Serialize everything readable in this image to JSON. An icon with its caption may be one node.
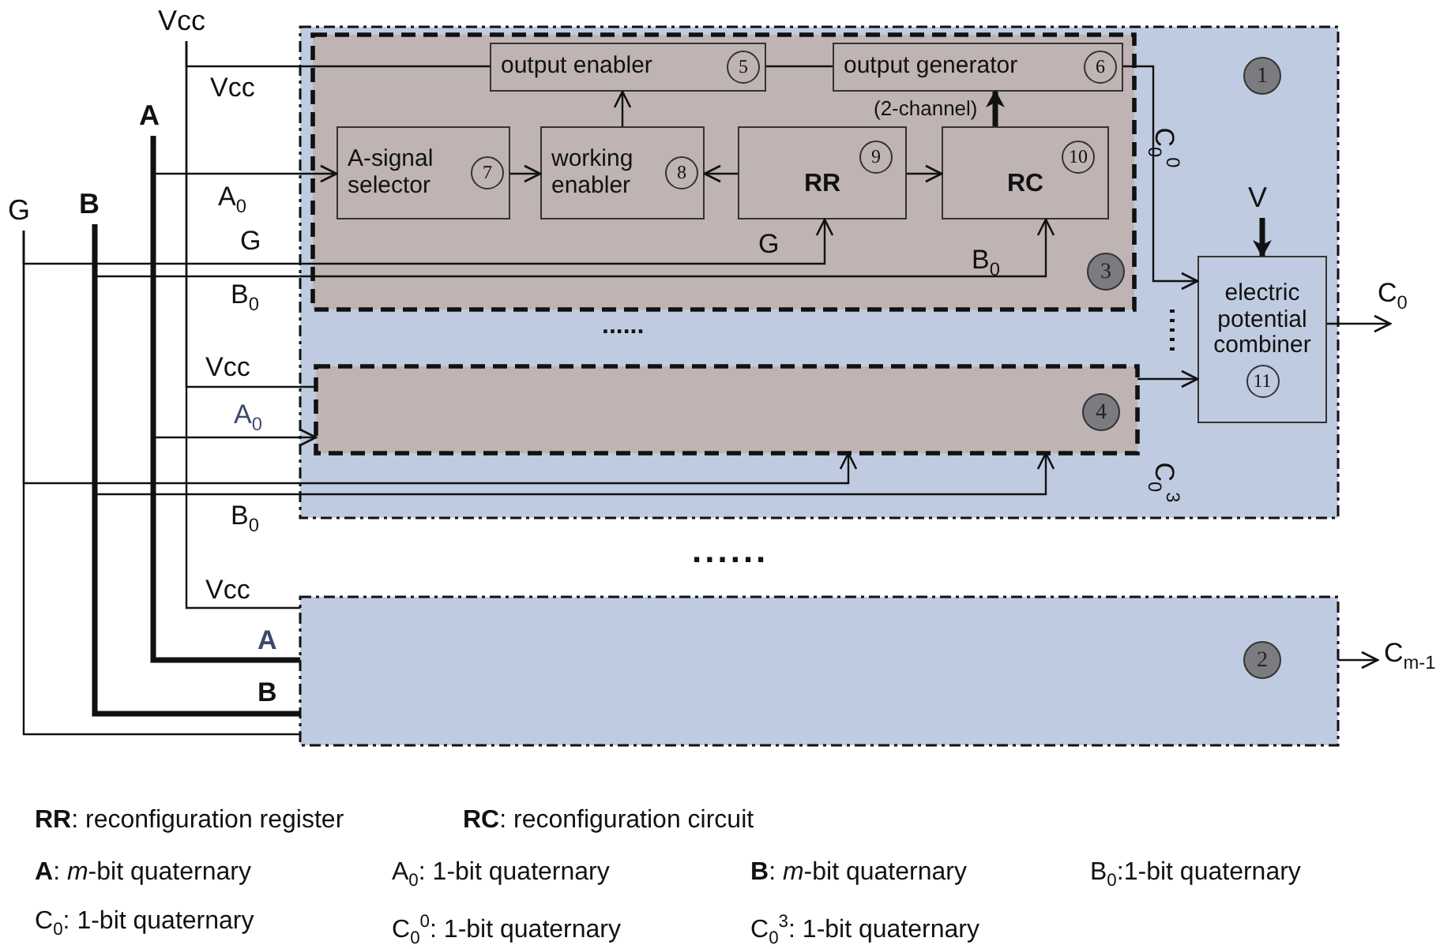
{
  "diagram": {
    "nodes": [
      {
        "text": [
          "1"
        ]
      },
      {
        "text": [
          "2"
        ]
      },
      {
        "text": [
          "3"
        ],
        "in": 0
      },
      {
        "text": [
          "4"
        ],
        "in": 0
      },
      {
        "text": [
          "output enabler",
          "5"
        ],
        "in": 2
      },
      {
        "text": [
          "output generator",
          "6"
        ],
        "in": 2,
        "beside": [
          "(2-channel)"
        ]
      },
      {
        "text": [
          "A-signal selector",
          "7"
        ],
        "in": 2
      },
      {
        "text": [
          "working enabler",
          "8"
        ],
        "in": 2
      },
      {
        "text": [
          "RR",
          "9"
        ],
        "in": 2
      },
      {
        "text": [
          "RC",
          "10"
        ],
        "in": 2
      },
      {
        "text": [
          "electric potential combiner",
          "11"
        ],
        "in": 0
      },
      {
        "text": [
          "Vcc"
        ]
      },
      {
        "text": [
          "A"
        ]
      },
      {
        "text": [
          "B"
        ]
      },
      {
        "text": [
          "G"
        ]
      },
      {
        "text": [
          "V"
        ],
        "in": 0
      }
    ],
    "edges": [
      {
        "from": 11,
        "to": 4,
        "arrow": "none",
        "label": "Vcc"
      },
      {
        "from": 11,
        "to": 3,
        "arrow": "none",
        "label": "Vcc"
      },
      {
        "from": 11,
        "to": 1,
        "arrow": "none",
        "label": "Vcc"
      },
      {
        "from": 12,
        "to": 6,
        "arrow": "to",
        "label": "A$_{0}$"
      },
      {
        "from": 12,
        "to": 3,
        "arrow": "to",
        "label": "A$_{0}$"
      },
      {
        "from": 12,
        "to": 1,
        "arrow": "none",
        "label": "A",
        "style": "thick"
      },
      {
        "from": 13,
        "to": 9,
        "arrow": "to",
        "label": "B$_{0}$"
      },
      {
        "from": 13,
        "to": 3,
        "arrow": "to",
        "label": "B$_{0}$"
      },
      {
        "from": 13,
        "to": 1,
        "arrow": "none",
        "label": "B",
        "style": "thick"
      },
      {
        "from": 14,
        "to": 8,
        "arrow": "to",
        "label": "G"
      },
      {
        "from": 14,
        "to": 3,
        "arrow": "to"
      },
      {
        "from": 14,
        "to": 1,
        "arrow": "none"
      },
      {
        "from": 6,
        "to": 7,
        "arrow": "to"
      },
      {
        "from": 8,
        "to": 7,
        "arrow": "to"
      },
      {
        "from": 8,
        "to": 9,
        "arrow": "to"
      },
      {
        "from": 7,
        "to": 4,
        "arrow": "to"
      },
      {
        "from": 4,
        "to": 5,
        "arrow": "none"
      },
      {
        "from": 9,
        "to": 5,
        "arrow": "to",
        "style": "thick"
      },
      {
        "from": 5,
        "to": 10,
        "arrow": "to",
        "label": "C$_{0}$$^{0}$"
      },
      {
        "from": 3,
        "to": 10,
        "arrow": "to",
        "label": "C$_{0}$$^{3}$"
      },
      {
        "from": 15,
        "to": 10,
        "arrow": "to",
        "style": "thick"
      },
      {
        "from": 10,
        "to": null,
        "arrow": "to",
        "label": "C$_{0}$"
      },
      {
        "from": 1,
        "to": null,
        "arrow": "to",
        "label": "C$_{m-1}$"
      }
    ],
    "labels": [
      "G",
      "B$_{0}$",
      "......",
      "......",
      "**RR**: reconfiguration register",
      "**RC**: reconfiguration circuit",
      "**A**: *m*-bit quaternary",
      "A$_{0}$: 1-bit quaternary",
      "**B**: *m*-bit quaternary",
      "B$_{0}$:1-bit quaternary",
      "C$_{0}$: 1-bit quaternary",
      "C$_{0}$$^{0}$: 1-bit quaternary",
      "C$_{0}$$^{3}$: 1-bit quaternary"
    ]
  }
}
